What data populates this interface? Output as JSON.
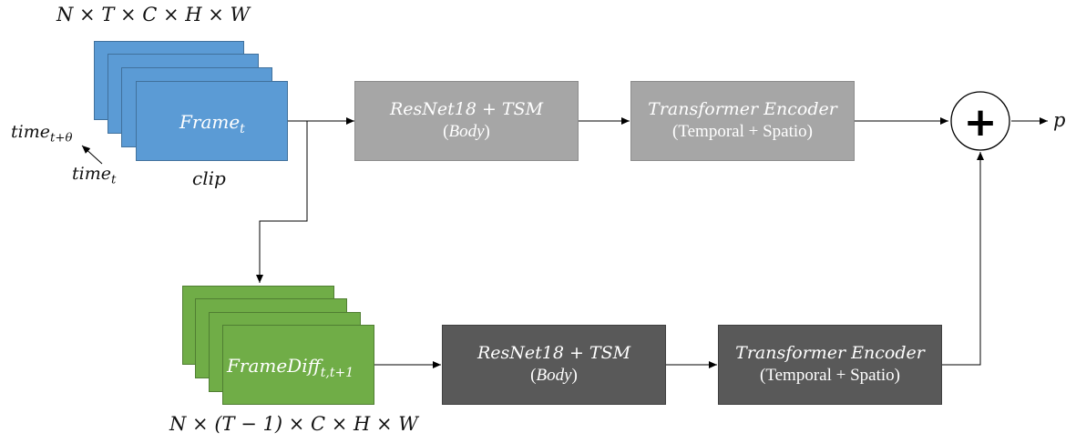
{
  "diagram": {
    "input_shape_top": "N × T × C × H × W",
    "input_shape_bottom": "N × (T − 1) × C × H × W",
    "clip_label": "clip",
    "time_upper": {
      "base": "time",
      "sub": "t+θ"
    },
    "time_lower": {
      "base": "time",
      "sub": "t"
    },
    "frame_label": {
      "base": "Frame",
      "sub": "t"
    },
    "framediff_label": {
      "base": "FrameDiff",
      "sub": "t,t+1"
    },
    "top_backbone": {
      "line1": "ResNet18 + TSM",
      "line2": "Body"
    },
    "top_encoder": {
      "line1": "Transformer Encoder",
      "line2": "(Temporal + Spatio)"
    },
    "bottom_backbone": {
      "line1": "ResNet18 + TSM",
      "line2": "Body"
    },
    "bottom_encoder": {
      "line1": "Transformer Encoder",
      "line2": "(Temporal + Spatio)"
    },
    "sum_symbol": "+",
    "output_label": "p"
  },
  "colors": {
    "frames": "#5b9bd5",
    "frame_diffs": "#70ad47",
    "top_boxes": "#a6a6a6",
    "bottom_boxes": "#595959",
    "arrows": "#000000"
  }
}
